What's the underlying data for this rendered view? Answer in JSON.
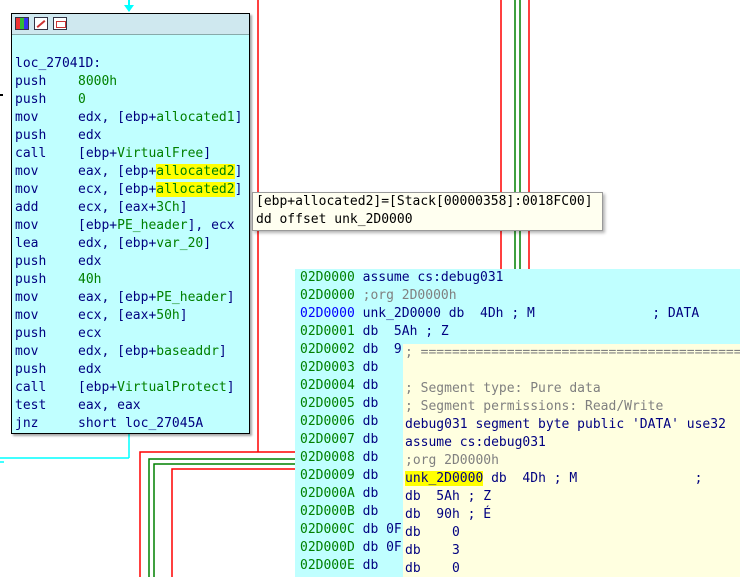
{
  "colors": {
    "node_bg": "#c0ffff",
    "highlight": "#ffff00",
    "mnemonic": "#000080",
    "symbol": "#008000",
    "edge_red": "#ff0000",
    "edge_green": "#008000",
    "edge_cyan": "#00ffff",
    "tooltip_bg": "#fffff0",
    "popup_bg": "#ffffe0"
  },
  "node": {
    "titlebar_icons": [
      "color-palette-icon",
      "edit-graph-icon",
      "graph-overview-icon"
    ],
    "label": "loc_27041D:",
    "instructions": [
      {
        "mn": "push",
        "parts": [
          {
            "t": "8000h",
            "c": "g"
          }
        ]
      },
      {
        "mn": "push",
        "parts": [
          {
            "t": "0",
            "c": "g"
          }
        ]
      },
      {
        "mn": "mov",
        "parts": [
          {
            "t": "edx, [ebp+",
            "c": ""
          },
          {
            "t": "allocated1",
            "c": "g"
          },
          {
            "t": "]",
            "c": ""
          }
        ]
      },
      {
        "mn": "push",
        "parts": [
          {
            "t": "edx",
            "c": ""
          }
        ]
      },
      {
        "mn": "call",
        "parts": [
          {
            "t": "[ebp+",
            "c": ""
          },
          {
            "t": "VirtualFree",
            "c": "g"
          },
          {
            "t": "]",
            "c": ""
          }
        ]
      },
      {
        "mn": "mov",
        "parts": [
          {
            "t": "eax, [ebp+",
            "c": ""
          },
          {
            "t": "allocated2",
            "c": "g hl"
          },
          {
            "t": "]",
            "c": ""
          }
        ]
      },
      {
        "mn": "mov",
        "parts": [
          {
            "t": "ecx, [ebp+",
            "c": ""
          },
          {
            "t": "allocated2",
            "c": "g hl"
          },
          {
            "t": "]",
            "c": ""
          }
        ]
      },
      {
        "mn": "add",
        "parts": [
          {
            "t": "ecx, [eax+",
            "c": ""
          },
          {
            "t": "3Ch",
            "c": "g"
          },
          {
            "t": "]",
            "c": ""
          }
        ]
      },
      {
        "mn": "mov",
        "parts": [
          {
            "t": "[ebp+",
            "c": ""
          },
          {
            "t": "PE_header",
            "c": "g"
          },
          {
            "t": "], ecx",
            "c": ""
          }
        ]
      },
      {
        "mn": "lea",
        "parts": [
          {
            "t": "edx, [ebp+",
            "c": ""
          },
          {
            "t": "var_20",
            "c": "g"
          },
          {
            "t": "]",
            "c": ""
          }
        ]
      },
      {
        "mn": "push",
        "parts": [
          {
            "t": "edx",
            "c": ""
          }
        ]
      },
      {
        "mn": "push",
        "parts": [
          {
            "t": "40h",
            "c": "g"
          }
        ]
      },
      {
        "mn": "mov",
        "parts": [
          {
            "t": "eax, [ebp+",
            "c": ""
          },
          {
            "t": "PE_header",
            "c": "g"
          },
          {
            "t": "]",
            "c": ""
          }
        ]
      },
      {
        "mn": "mov",
        "parts": [
          {
            "t": "ecx, [eax+",
            "c": ""
          },
          {
            "t": "50h",
            "c": "g"
          },
          {
            "t": "]",
            "c": ""
          }
        ]
      },
      {
        "mn": "push",
        "parts": [
          {
            "t": "ecx",
            "c": ""
          }
        ]
      },
      {
        "mn": "mov",
        "parts": [
          {
            "t": "edx, [ebp+",
            "c": ""
          },
          {
            "t": "baseaddr",
            "c": "g"
          },
          {
            "t": "]",
            "c": ""
          }
        ]
      },
      {
        "mn": "push",
        "parts": [
          {
            "t": "edx",
            "c": ""
          }
        ]
      },
      {
        "mn": "call",
        "parts": [
          {
            "t": "[ebp+",
            "c": ""
          },
          {
            "t": "VirtualProtect",
            "c": "g"
          },
          {
            "t": "]",
            "c": ""
          }
        ]
      },
      {
        "mn": "test",
        "parts": [
          {
            "t": "eax, eax",
            "c": ""
          }
        ]
      },
      {
        "mn": "jnz",
        "parts": [
          {
            "t": "short loc_27045A",
            "c": ""
          }
        ]
      }
    ]
  },
  "tooltip": {
    "line1": "[ebp+allocated2]=[Stack[00000358]:0018FC00]",
    "line2": "dd offset unk_2D0000"
  },
  "listing": {
    "rows": [
      {
        "addr": "02D0000",
        "sel": false,
        "text": "assume cs:debug031"
      },
      {
        "addr": "02D0000",
        "sel": false,
        "text": ";org 2D0000h"
      },
      {
        "addr": "02D0000",
        "sel": true,
        "text": "unk_2D0000 db  4Dh ; M               ; DATA"
      },
      {
        "addr": "02D0001",
        "sel": false,
        "text": "db  5Ah ; Z"
      },
      {
        "addr": "02D0002",
        "sel": false,
        "text": "db  9"
      },
      {
        "addr": "02D0003",
        "sel": false,
        "text": "db"
      },
      {
        "addr": "02D0004",
        "sel": false,
        "text": "db"
      },
      {
        "addr": "02D0005",
        "sel": false,
        "text": "db"
      },
      {
        "addr": "02D0006",
        "sel": false,
        "text": "db"
      },
      {
        "addr": "02D0007",
        "sel": false,
        "text": "db"
      },
      {
        "addr": "02D0008",
        "sel": false,
        "text": "db"
      },
      {
        "addr": "02D0009",
        "sel": false,
        "text": "db"
      },
      {
        "addr": "02D000A",
        "sel": false,
        "text": "db"
      },
      {
        "addr": "02D000B",
        "sel": false,
        "text": "db"
      },
      {
        "addr": "02D000C",
        "sel": false,
        "text": "db 0F"
      },
      {
        "addr": "02D000D",
        "sel": false,
        "text": "db 0F"
      },
      {
        "addr": "02D000E",
        "sel": false,
        "text": "db"
      }
    ]
  },
  "popup": {
    "separator": "; ===========================================",
    "seg_type": "; Segment type: Pure data",
    "seg_perm": "; Segment permissions: Read/Write",
    "segment_decl": "debug031 segment byte public 'DATA' use32",
    "assume": "assume cs:debug031",
    "org": ";org 2D0000h",
    "label": "unk_2D0000",
    "label_rest": " db  4Dh ; M               ;",
    "db_rows": [
      "db  5Ah ; Z",
      "db  90h ; É",
      "db    0",
      "db    3",
      "db    0"
    ]
  }
}
